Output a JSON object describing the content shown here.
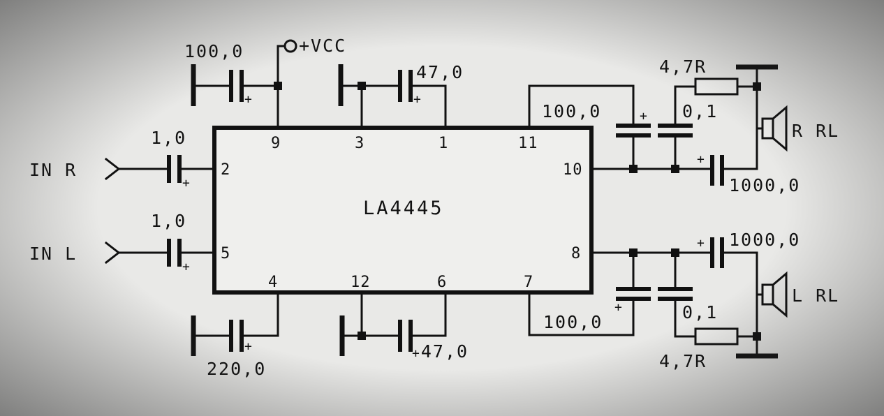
{
  "ic": {
    "name": "LA4445",
    "pins": {
      "p9": "9",
      "p3": "3",
      "p1": "1",
      "p11": "11",
      "p2": "2",
      "p5": "5",
      "p10": "10",
      "p8": "8",
      "p4": "4",
      "p12": "12",
      "p6": "6",
      "p7": "7"
    }
  },
  "labels": {
    "vcc": "+VCC",
    "in_r": "IN R",
    "in_l": "IN L",
    "r_rl": "R RL",
    "l_rl": "L RL"
  },
  "components": {
    "c_vcc": "100,0",
    "c_top_mid": "47,0",
    "c_in_r": "1,0",
    "c_in_l": "1,0",
    "c_pin11": "100,0",
    "c_zobel_r": "0,1",
    "r_zobel_r": "4,7R",
    "c_out_r": "1000,0",
    "c_out_l": "1000,0",
    "c_pin4": "220,0",
    "c_bot_mid": "47,0",
    "c_pin7": "100,0",
    "c_zobel_l": "0,1",
    "r_zobel_l": "4,7R"
  },
  "polarity": "+"
}
